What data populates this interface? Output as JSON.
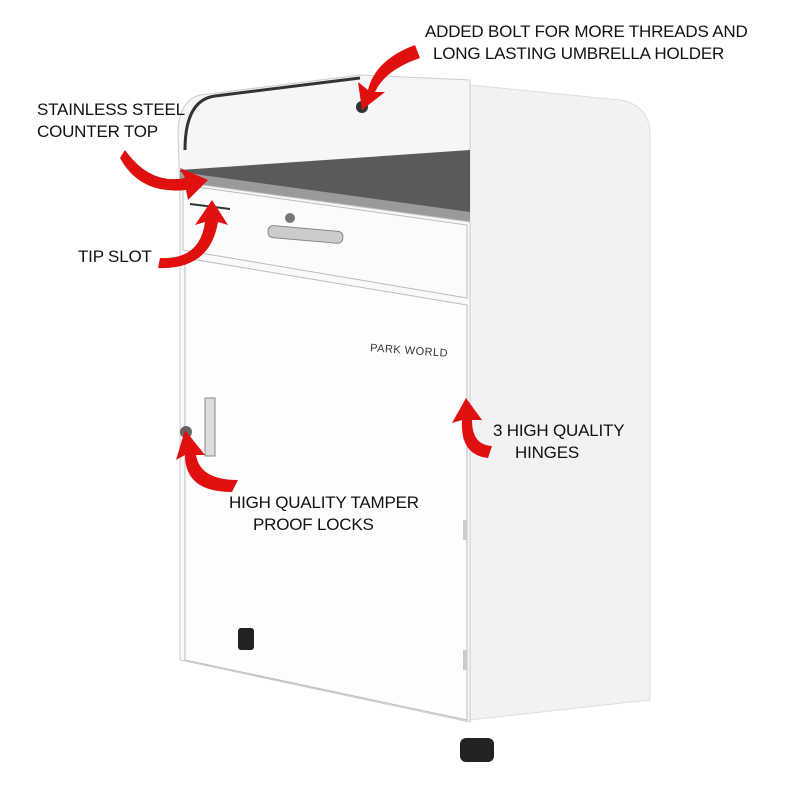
{
  "callouts": {
    "bolt": "ADDED BOLT FOR MORE THREADS AND",
    "bolt_line2": "LONG LASTING UMBRELLA HOLDER",
    "counter": "STAINLESS STEEL",
    "counter_line2": "COUNTER TOP",
    "tip_slot": "TIP SLOT",
    "hinges": "3 HIGH QUALITY",
    "hinges_line2": "HINGES",
    "locks": "HIGH QUALITY TAMPER",
    "locks_line2": "PROOF LOCKS"
  },
  "logo": {
    "text": "PARK WORLD"
  },
  "colors": {
    "arrow": "#e0100f",
    "cabinet": "#f4f4f4",
    "steel": "#3a3a3a"
  }
}
